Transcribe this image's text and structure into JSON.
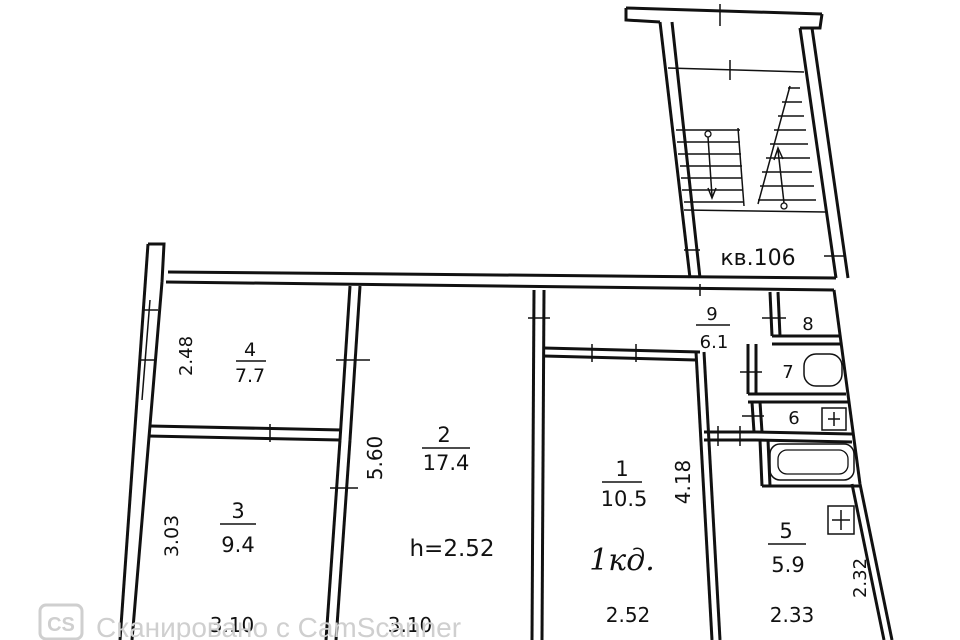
{
  "floorplan": {
    "apartment_label": "кв.106",
    "ceiling_height": "h=2.52",
    "handwritten_note": "1кд.",
    "rooms": [
      {
        "number": "4",
        "area": "7.7"
      },
      {
        "number": "2",
        "area": "17.4"
      },
      {
        "number": "3",
        "area": "9.4"
      },
      {
        "number": "1",
        "area": "10.5"
      },
      {
        "number": "9",
        "area": "6.1"
      },
      {
        "number": "5",
        "area": "5.9"
      },
      {
        "number": "8"
      },
      {
        "number": "7"
      },
      {
        "number": "6"
      }
    ],
    "dimensions": {
      "room4_height": "2.48",
      "room2_height": "5.60",
      "room3_height": "3.03",
      "room1_height": "4.18",
      "room5_height": "2.32",
      "room3_width": "3.10",
      "room2_width": "3.10",
      "room1_width": "2.52",
      "room5_width": "2.33"
    }
  },
  "watermark": {
    "badge": "CS",
    "text": "Сканировано с CamScanner"
  }
}
